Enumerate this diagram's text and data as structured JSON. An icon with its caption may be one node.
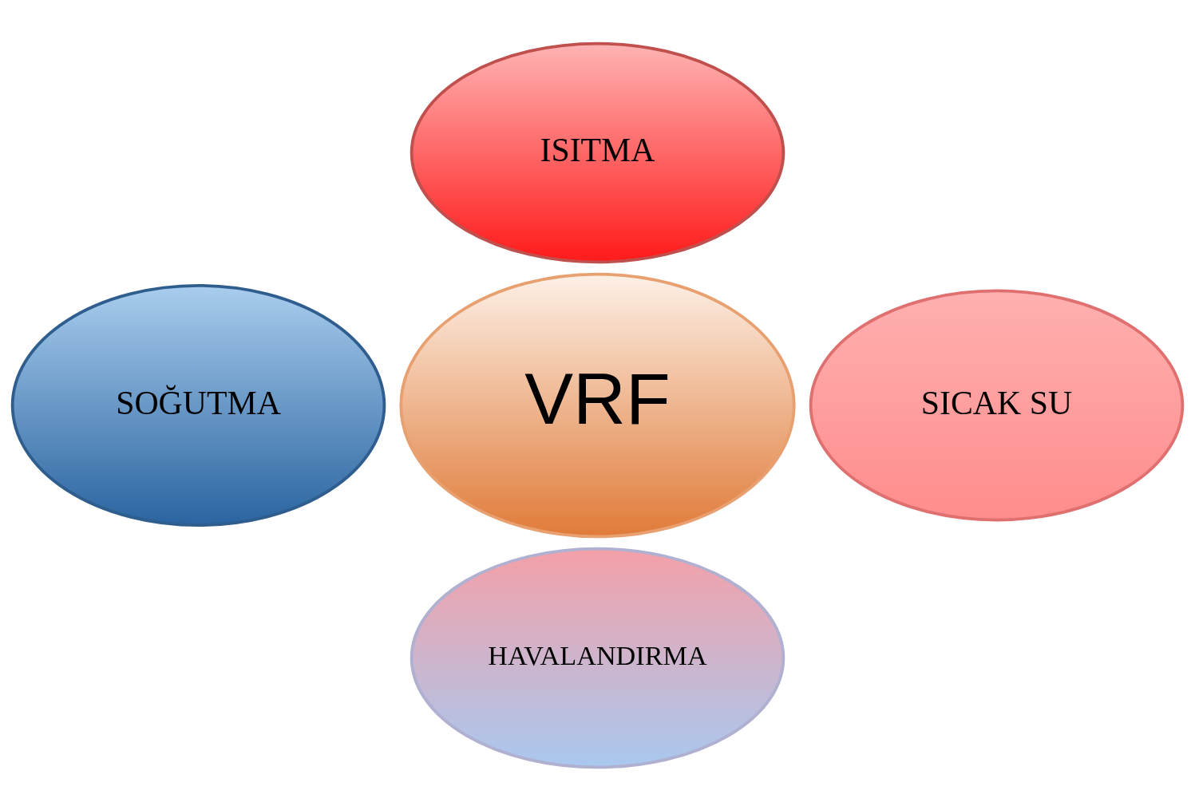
{
  "diagram": {
    "nodes": [
      {
        "text": [
          "ISITMA"
        ]
      },
      {
        "text": [
          "SOĞUTMA"
        ]
      },
      {
        "text": [
          "VRF"
        ]
      },
      {
        "text": [
          "SICAK SU"
        ]
      },
      {
        "text": [
          "HAVALANDIRMA"
        ]
      }
    ]
  }
}
